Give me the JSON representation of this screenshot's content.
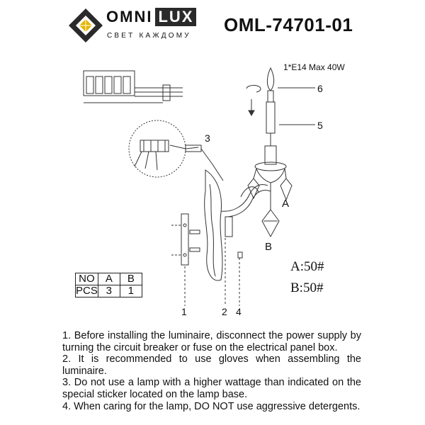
{
  "brand": {
    "name": "OMNI",
    "name_box": "LUX",
    "tagline": "СВЕТ КАЖДОМУ"
  },
  "model": "OML-74701-01",
  "spec": "1*E14 Max 40W",
  "callouts": [
    "1",
    "2",
    "3",
    "4",
    "5",
    "6"
  ],
  "part_letters": [
    "A",
    "B"
  ],
  "part_sizes": {
    "a": "A:50#",
    "b": "B:50#"
  },
  "pcs_table": {
    "header": [
      "NO",
      "A",
      "B"
    ],
    "row": [
      "PCS",
      "3",
      "1"
    ]
  },
  "instructions": [
    "1. Before installing the luminaire, disconnect the power supply by turning the circuit breaker or fuse on the electrical panel box.",
    "2. It is recommended to use gloves when assembling the luminaire.",
    "3. Do not use a lamp with a higher wattage than indicated on the special sticker located on the lamp base.",
    "4. When caring for the lamp, DO NOT use aggressive detergents."
  ]
}
